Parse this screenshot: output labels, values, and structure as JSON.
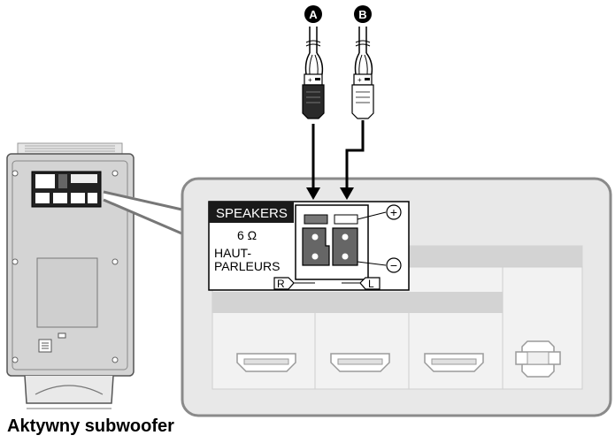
{
  "caption": "Aktywny subwoofer",
  "callouts": {
    "a": "A",
    "b": "B"
  },
  "panel": {
    "title": "SPEAKERS",
    "impedance": "6 Ω",
    "label_line1": "HAUT-",
    "label_line2": "PARLEURS",
    "right_tag": "R",
    "left_tag": "L",
    "plus_symbol": "+",
    "minus_symbol": "−"
  },
  "colors": {
    "device_fill": "#d4d4d4",
    "callout_bg": "#e8e8e8",
    "title_bg": "#1a1a1a",
    "stroke": "#000000"
  }
}
